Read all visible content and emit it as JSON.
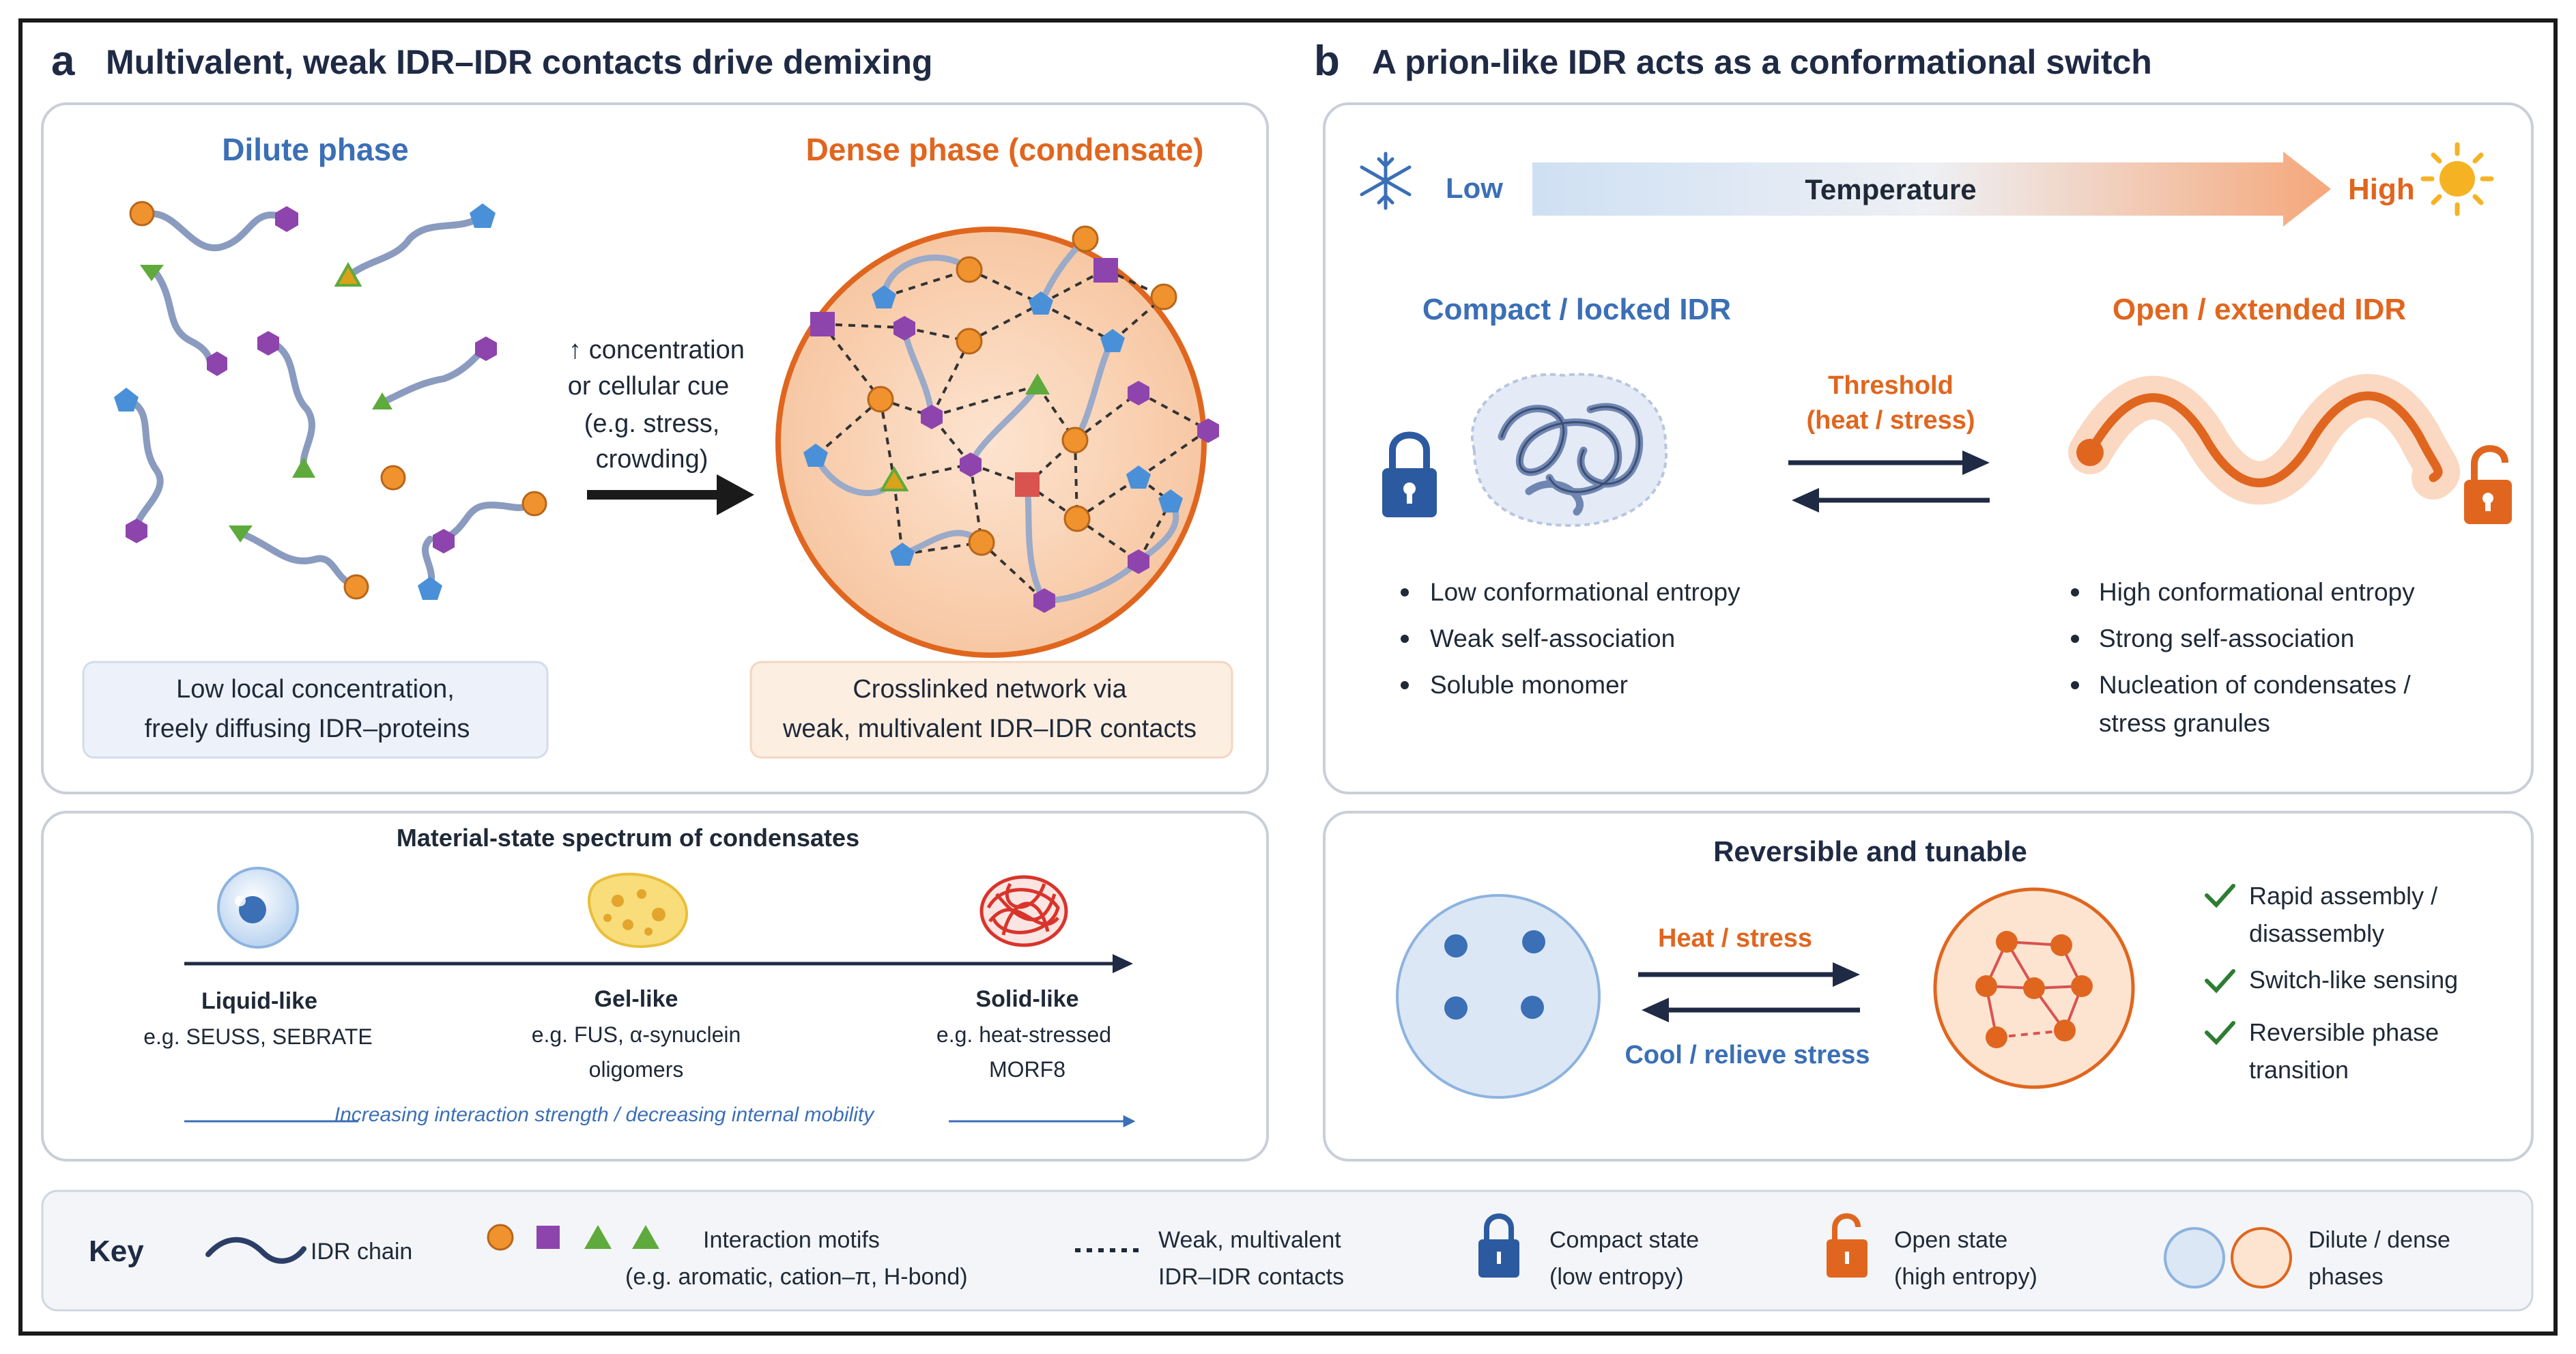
{
  "panel_a": {
    "letter": "a",
    "title": "Multivalent, weak IDR–IDR contacts drive demixing",
    "dilute_heading": "Dilute phase",
    "dense_heading": "Dense phase (condensate)",
    "arrow_label": [
      "↑ concentration",
      "or cellular cue",
      "(e.g. stress,",
      "crowding)"
    ],
    "dilute_caption": [
      "Low local concentration,",
      "freely diffusing IDR–proteins"
    ],
    "dense_caption": [
      "Crosslinked network via",
      "weak, multivalent IDR–IDR contacts"
    ],
    "spectrum": {
      "title": "Material-state spectrum of condensates",
      "states": [
        {
          "name": "Liquid-like",
          "examples": [
            "e.g. SEUSS, SEBRATE"
          ]
        },
        {
          "name": "Gel-like",
          "examples": [
            "e.g. FUS, α-synuclein",
            "oligomers"
          ]
        },
        {
          "name": "Solid-like",
          "examples": [
            "e.g. heat-stressed",
            "MORF8"
          ]
        }
      ],
      "footer": "Increasing interaction strength / decreasing internal mobility"
    }
  },
  "panel_b": {
    "letter": "b",
    "title": "A prion-like IDR acts as a conformational switch",
    "temperature": {
      "low": "Low",
      "label": "Temperature",
      "high": "High"
    },
    "compact_heading": "Compact / locked IDR",
    "open_heading": "Open / extended IDR",
    "threshold_label": [
      "Threshold",
      "(heat / stress)"
    ],
    "compact_bullets": [
      "Low conformational entropy",
      "Weak self-association",
      "Soluble monomer"
    ],
    "open_bullets": [
      [
        "High conformational entropy"
      ],
      [
        "Strong self-association"
      ],
      [
        "Nucleation of condensates /",
        "stress granules"
      ]
    ],
    "reversible": {
      "title": "Reversible and tunable",
      "forward": "Heat / stress",
      "reverse": "Cool / relieve stress",
      "checks": [
        [
          "Rapid assembly /",
          "disassembly"
        ],
        [
          "Switch-like sensing"
        ],
        [
          "Reversible phase",
          "transition"
        ]
      ]
    }
  },
  "key": {
    "title": "Key",
    "items": [
      {
        "label": [
          "IDR chain"
        ]
      },
      {
        "label": [
          "Interaction motifs",
          "(e.g. aromatic, cation–π, H-bond)"
        ]
      },
      {
        "label": [
          "Weak, multivalent",
          "IDR–IDR contacts"
        ]
      },
      {
        "label": [
          "Compact state",
          "(low entropy)"
        ]
      },
      {
        "label": [
          "Open state",
          "(high entropy)"
        ]
      },
      {
        "label": [
          "Dilute / dense",
          "phases"
        ]
      }
    ]
  },
  "colors": {
    "navy": "#1f2a44",
    "blue": "#3b6fb6",
    "orange": "#e0661f",
    "motif_orange": "#f0922e",
    "motif_purple": "#8e44ad",
    "motif_green": "#5faa3c",
    "motif_blue": "#4a90d9",
    "chain": "#8a9bbf"
  }
}
